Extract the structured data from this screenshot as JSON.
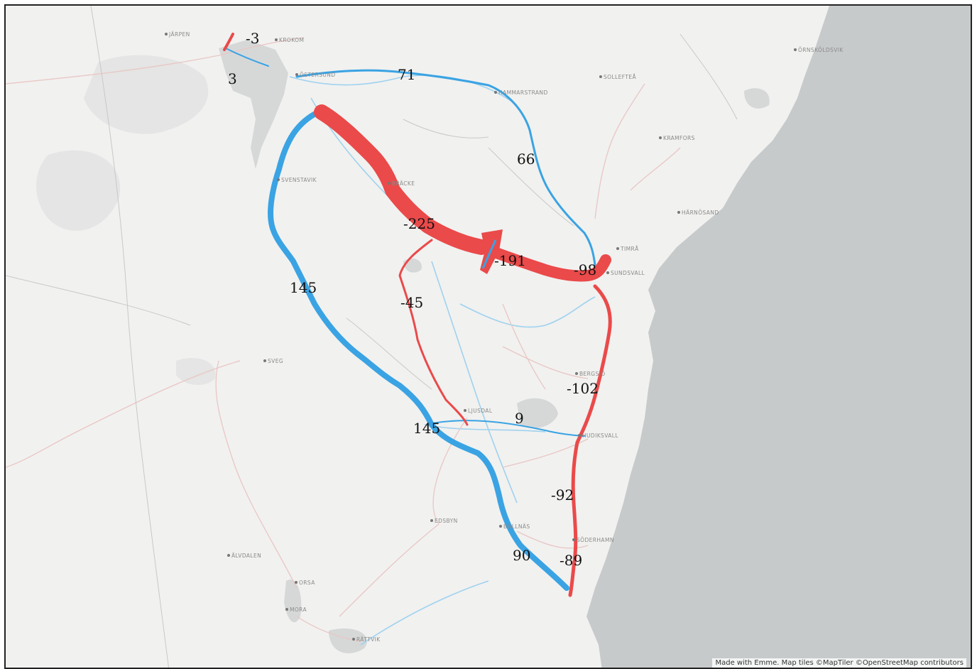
{
  "attribution": "Made with Emme. Map tiles ©MapTiler ©OpenStreetMap contributors",
  "colors": {
    "land": "#f1f1f0",
    "water": "#c7cacb",
    "lake": "#d6d8d8",
    "river": "#9fd2ee",
    "minor_road": "#e8c7c4",
    "increase": "#3aa3e3",
    "decrease": "#ea4a4a"
  },
  "places": [
    {
      "key": "jarpen",
      "name": "JÄRPEN"
    },
    {
      "key": "krokom",
      "name": "KROKOM"
    },
    {
      "key": "ostersund",
      "name": "ÖSTERSUND"
    },
    {
      "key": "solleftea",
      "name": "SOLLEFTEÅ"
    },
    {
      "key": "ornskoldsvik",
      "name": "ÖRNSKÖLDSVIK"
    },
    {
      "key": "hammarstrand",
      "name": "HAMMARSTRAND"
    },
    {
      "key": "kramfors",
      "name": "KRAMFORS"
    },
    {
      "key": "svenstavik",
      "name": "SVENSTAVIK"
    },
    {
      "key": "bracke",
      "name": "BRÄCKE"
    },
    {
      "key": "harnosand",
      "name": "HÄRNÖSAND"
    },
    {
      "key": "timra",
      "name": "TIMRÅ"
    },
    {
      "key": "sundsvall",
      "name": "SUNDSVALL"
    },
    {
      "key": "sveg",
      "name": "SVEG"
    },
    {
      "key": "bergsjo",
      "name": "BERGSJÖ"
    },
    {
      "key": "ljusdal",
      "name": "LJUSDAL"
    },
    {
      "key": "hudiksvall",
      "name": "HUDIKSVALL"
    },
    {
      "key": "edsbyn",
      "name": "EDSBYN"
    },
    {
      "key": "bollnas",
      "name": "BOLLNÄS"
    },
    {
      "key": "soderhamn",
      "name": "SÖDERHAMN"
    },
    {
      "key": "alvdalen",
      "name": "ÄLVDALEN"
    },
    {
      "key": "orsa",
      "name": "ORSA"
    },
    {
      "key": "mora",
      "name": "MORA"
    },
    {
      "key": "rattvik",
      "name": "RÄTTVIK"
    }
  ],
  "flows": [
    {
      "key": "jarpen",
      "value": "-3",
      "sign": "decrease"
    },
    {
      "key": "krokom",
      "value": "3",
      "sign": "increase"
    },
    {
      "key": "north",
      "value": "71",
      "sign": "increase"
    },
    {
      "key": "hammar",
      "value": "66",
      "sign": "increase"
    },
    {
      "key": "e14a",
      "value": "-225",
      "sign": "decrease"
    },
    {
      "key": "e14b",
      "value": "-191",
      "sign": "decrease"
    },
    {
      "key": "sundsvall",
      "value": "-98",
      "sign": "decrease"
    },
    {
      "key": "westa",
      "value": "145",
      "sign": "increase"
    },
    {
      "key": "middle",
      "value": "-45",
      "sign": "decrease"
    },
    {
      "key": "e4a",
      "value": "-102",
      "sign": "decrease"
    },
    {
      "key": "ljusdal",
      "value": "9",
      "sign": "increase"
    },
    {
      "key": "westb",
      "value": "145",
      "sign": "increase"
    },
    {
      "key": "e4b",
      "value": "-92",
      "sign": "decrease"
    },
    {
      "key": "bollnas",
      "value": "90",
      "sign": "increase"
    },
    {
      "key": "e4c",
      "value": "-89",
      "sign": "decrease"
    }
  ]
}
